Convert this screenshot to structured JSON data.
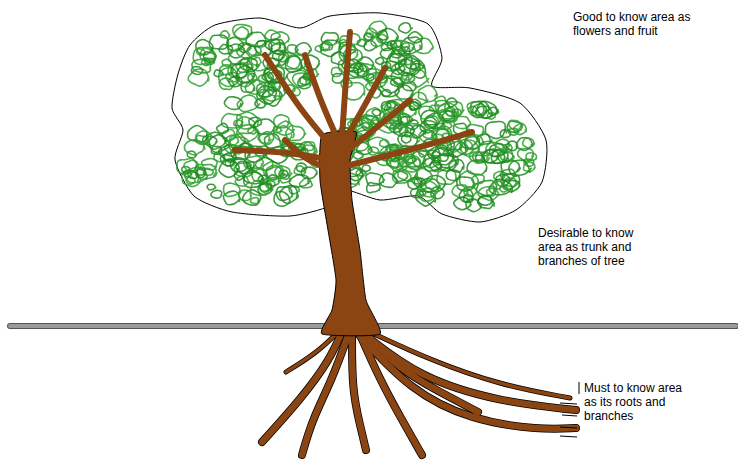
{
  "diagram": {
    "labels": [
      "Good to know area as flowers and fruit",
      "Desirable to know area as trunk and branches of tree",
      "Must to know area as its roots and branches"
    ]
  }
}
